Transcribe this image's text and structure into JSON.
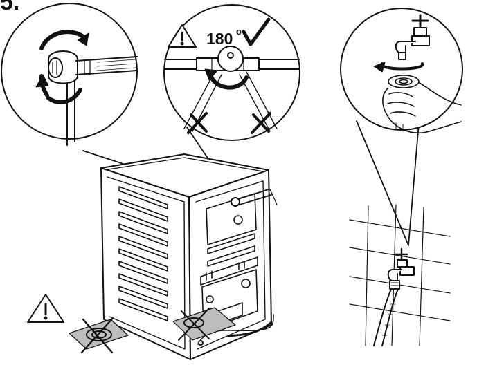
{
  "step": {
    "number": "5."
  },
  "rotation_callout": {
    "angle_label": "180",
    "degree_symbol": "o",
    "allowed_icon": "check-icon",
    "warning_icon": "warning-triangle-icon",
    "wrong_positions_icon": "cross-icon"
  },
  "floor_callout": {
    "warning_icon": "warning-triangle-icon",
    "forbidden_icon": "cross-icon"
  },
  "colors": {
    "line": "#111111",
    "fill": "#ffffff",
    "floor_pad": "#bdbdbd"
  }
}
